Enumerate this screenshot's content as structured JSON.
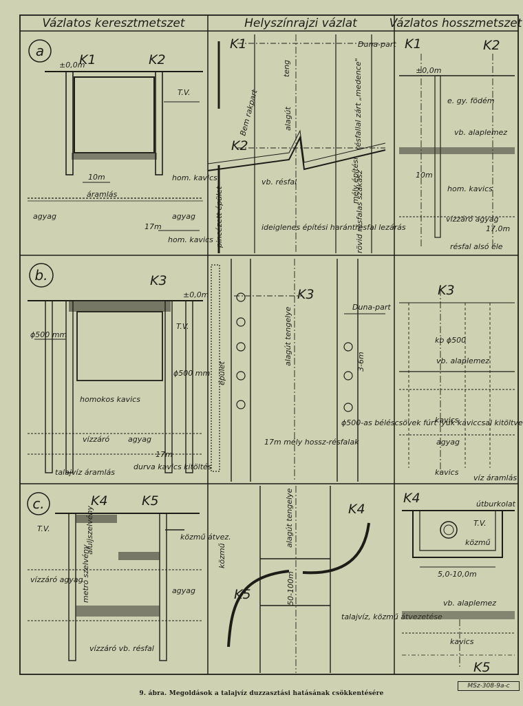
{
  "headers": [
    "Vázlatos keresztmetszet",
    "Helyszínrajzi vázlat",
    "Vázlatos hosszmetszet"
  ],
  "rows": [
    {
      "letter": "a",
      "cross": [
        "K1",
        "K2",
        "±0,0m",
        "T.V.",
        "10m",
        "áramlás",
        "hom. kavics",
        "agyag",
        "agyag",
        "17m",
        "hom. kavics"
      ],
      "site": [
        "K1",
        "Duna-part",
        "teng",
        "Bem rakpart",
        "alagút",
        "résfallal zárt „medence\"",
        "K2",
        "vb. résfal",
        "mély építési",
        "pincézett épület",
        "ideiglenes építési harántrésfal lezárás",
        "rövid résfalas szakasz"
      ],
      "long": [
        "K1",
        "K2",
        "±0,0m",
        "e. gy. födém",
        "vb. alaplemez",
        "10m",
        "hom. kavics",
        "vízzáró agyag",
        "17,0m",
        "résfal alsó éle"
      ]
    },
    {
      "letter": "b.",
      "cross": [
        "K3",
        "±0,0m",
        "T.V.",
        "ϕ500 mm",
        "ϕ500 mm",
        "homokos kavics",
        "vízzáró",
        "agyag",
        "17m",
        "talajvíz áramlás",
        "durva kavics kitöltés"
      ],
      "site": [
        "K3",
        "Duna-part",
        "alagút tengelye",
        "épület",
        "3-6m",
        "17m mély hossz-résfalak",
        "ϕ500-as béléscsövek fúrt lyuk kaviccsal kitöltve"
      ],
      "long": [
        "K3",
        "kb ϕ500",
        "vb. alaplemez",
        "kavics",
        "agyag",
        "kavics",
        "víz áramlás"
      ]
    },
    {
      "letter": "c.",
      "cross": [
        "K4",
        "K5",
        "T.V.",
        "aluljszelvény",
        "metró szelvény",
        "közmű átvez.",
        "vízzáró agyag",
        "agyag",
        "vízzáró vb. résfal"
      ],
      "site": [
        "alagút tengelye",
        "K4",
        "közmű",
        "50-100m",
        "K5",
        "talajvíz, közmű átvezetése"
      ],
      "long": [
        "K4",
        "útburkolat",
        "T.V.",
        "közmű",
        "5,0-10,0m",
        "vb. alaplemez",
        "kavics",
        "K5"
      ]
    }
  ],
  "stamp": "MSz-308-9a-c",
  "caption": "9. ábra. Megoldások a talajvíz duzzasztási hatásának csökkentésére"
}
